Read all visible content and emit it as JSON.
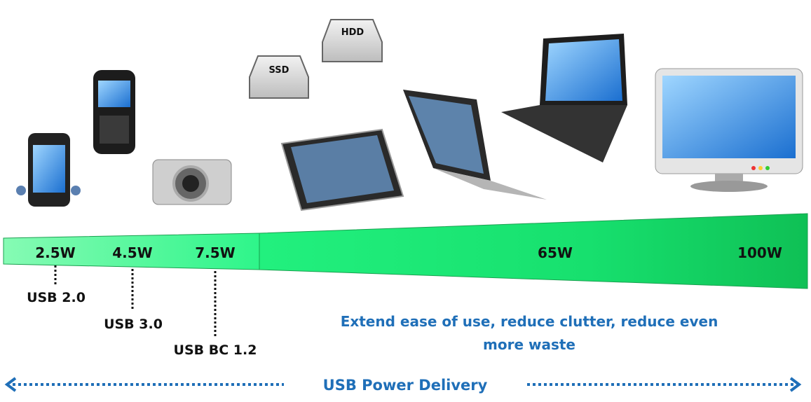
{
  "devices": {
    "hdd_label": "HDD",
    "ssd_label": "SSD"
  },
  "bar": {
    "watts": [
      "2.5W",
      "4.5W",
      "7.5W",
      "65W",
      "100W"
    ]
  },
  "standards": [
    "USB 2.0",
    "USB 3.0",
    "USB BC 1.2"
  ],
  "tagline": {
    "line1": "Extend ease of use, reduce clutter, reduce even",
    "line2": "more waste"
  },
  "arrow_label": "USB Power Delivery",
  "colors": {
    "bar_light": "#7dfcae",
    "bar_mid": "#19f27a",
    "bar_dark": "#0fc558",
    "accent_blue": "#1f6fb8"
  }
}
